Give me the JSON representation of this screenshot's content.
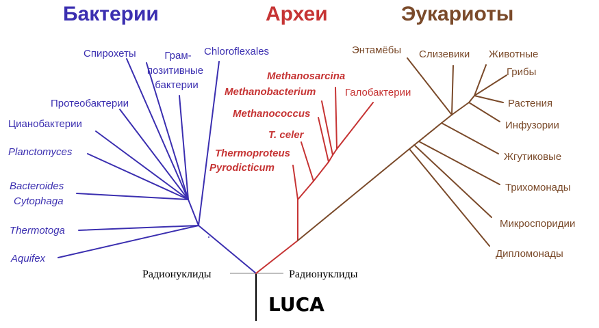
{
  "titles": {
    "bacteria": "Бактерии",
    "archaea": "Археи",
    "eukaryota": "Эукариоты"
  },
  "root": {
    "label": "LUCA",
    "left_label": "Радионуклиды",
    "right_label": "Радионуклиды"
  },
  "bacteria": {
    "spirochetes": "Спирохеты",
    "grampos_1": "Грам-",
    "grampos_2": "позитивные",
    "grampos_3": "бактерии",
    "chloroflexales": "Chloroflexales",
    "proteobacteria": "Протеобактерии",
    "cyanobacteria": "Цианобактерии",
    "planctomyces": "Planctomyces",
    "bacteroides": "Bacteroides",
    "cytophaga": "Cytophaga",
    "thermotoga": "Thermotoga",
    "aquifex": "Aquifex"
  },
  "archaea": {
    "methanosarcina": "Methanosarcina",
    "methanobacterium": "Methanobacterium",
    "halobacteria": "Галобактерии",
    "methanococcus": "Methanococcus",
    "tceler": "T. celer",
    "thermoproteus": "Thermoproteus",
    "pyrodicticum": "Pyrodicticum"
  },
  "eukaryota": {
    "entamoeba": "Энтамёбы",
    "slime_molds": "Слизевики",
    "animals": "Животные",
    "fungi": "Грибы",
    "plants": "Растения",
    "ciliates": "Инфузории",
    "flagellates": "Жгутиковые",
    "trichomonads": "Трихомонады",
    "microsporidia": "Микроспоридии",
    "diplomonads": "Дипломонады"
  },
  "colors": {
    "bacteria": "#3b2fb0",
    "archaea": "#c63434",
    "eukaryota": "#7a4a2a",
    "root": "#000000",
    "radionuclide_line": "#999999"
  }
}
